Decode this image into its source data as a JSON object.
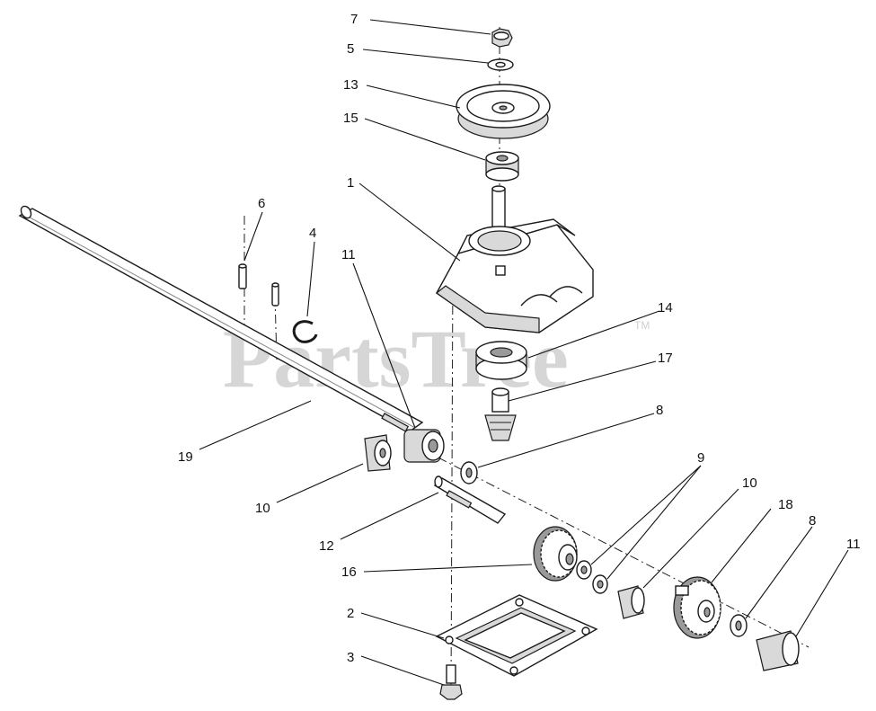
{
  "watermark": {
    "text": "PartsTree",
    "tm": "TM"
  },
  "labels": {
    "l1": "1",
    "l2": "2",
    "l3": "3",
    "l4": "4",
    "l5": "5",
    "l6": "6",
    "l7": "7",
    "l8a": "8",
    "l8b": "8",
    "l9": "9",
    "l10a": "10",
    "l10b": "10",
    "l11a": "11",
    "l11b": "11",
    "l12": "12",
    "l13": "13",
    "l14": "14",
    "l15": "15",
    "l16": "16",
    "l17": "17",
    "l18": "18",
    "l19": "19"
  }
}
